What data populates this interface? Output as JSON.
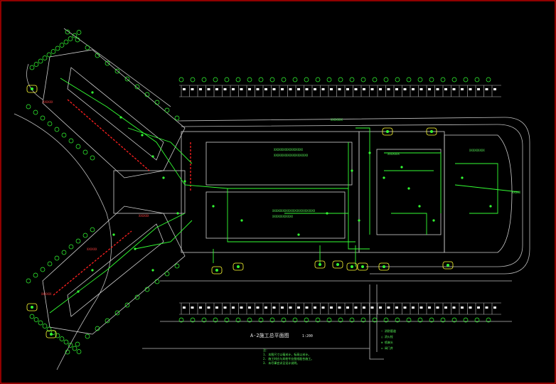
{
  "drawing": {
    "title": "A-2施工总平面图",
    "scale": "1:200",
    "frame_color": "#c00000",
    "background": "#000000",
    "line_color": "#cfcfcf",
    "accent_green": "#33ff33",
    "accent_yellow": "#ffff33",
    "accent_red": "#ff2020"
  },
  "notes": {
    "heading": "注：",
    "lines": [
      "1. 本图尺寸以毫米计，标高以米计。",
      "2. 施工时应与其他专业图纸配合施工。",
      "3. 未尽事宜详见设计说明。"
    ]
  },
  "legend": {
    "items": [
      {
        "symbol": "—",
        "text": "消防管道"
      },
      {
        "symbol": "○",
        "text": "消火栓"
      },
      {
        "symbol": "⊕",
        "text": "喷淋头"
      },
      {
        "symbol": "▭",
        "text": "阀门井"
      }
    ]
  }
}
